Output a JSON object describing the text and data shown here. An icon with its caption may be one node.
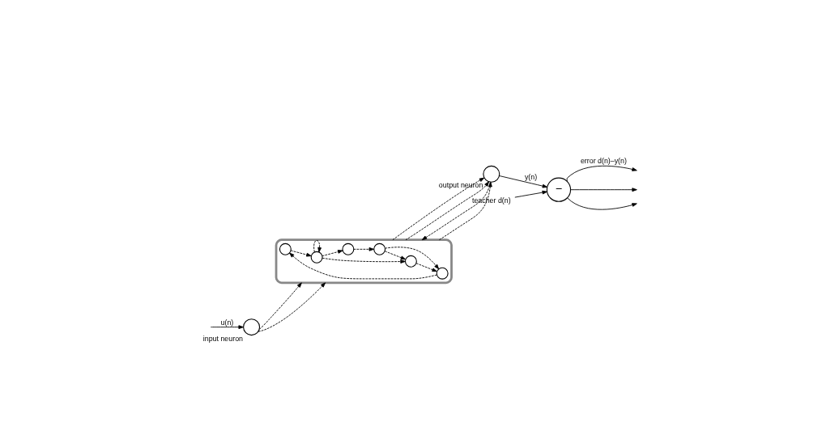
{
  "diagram": {
    "nodes": [
      {
        "text": [],
        "shape": "circle",
        "beside": [
          "input neuron"
        ]
      },
      {
        "text": [],
        "shape": "cloud"
      },
      {
        "text": [],
        "shape": "circle",
        "in": 1
      },
      {
        "text": [],
        "shape": "circle",
        "in": 1
      },
      {
        "text": [],
        "shape": "circle",
        "in": 1
      },
      {
        "text": [],
        "shape": "circle",
        "in": 1
      },
      {
        "text": [],
        "shape": "circle",
        "in": 1
      },
      {
        "text": [],
        "shape": "circle",
        "in": 1
      },
      {
        "text": [],
        "shape": "circle",
        "beside": [
          "output neuron"
        ]
      },
      {
        "text": [
          "−"
        ]
      },
      {
        "text": [
          "teacher d(n)"
        ]
      }
    ],
    "edges": [
      {
        "from": null,
        "to": 0,
        "arrow": "to",
        "label": "u(n)"
      },
      {
        "from": 0,
        "to": 1,
        "arrow": "to",
        "style": "dashed"
      },
      {
        "from": 0,
        "to": 1,
        "arrow": "to",
        "style": "dashed"
      },
      {
        "from": 2,
        "to": 3,
        "arrow": "to",
        "style": "dashed"
      },
      {
        "from": 3,
        "to": 3,
        "arrow": "to",
        "style": "dashed"
      },
      {
        "from": 3,
        "to": 4,
        "arrow": "to",
        "style": "dashed"
      },
      {
        "from": 3,
        "to": 5,
        "arrow": "to",
        "style": "dashed"
      },
      {
        "from": 5,
        "to": 6,
        "arrow": "to",
        "style": "dashed"
      },
      {
        "from": 4,
        "to": 7,
        "arrow": "to",
        "style": "dashed"
      },
      {
        "from": 7,
        "to": 5,
        "arrow": "to",
        "style": "dashed"
      },
      {
        "from": 7,
        "to": 6,
        "arrow": "to",
        "style": "dashed"
      },
      {
        "from": 6,
        "to": 2,
        "arrow": "to",
        "style": "dashed"
      },
      {
        "from": 1,
        "to": 8,
        "arrow": "to",
        "style": "dashed"
      },
      {
        "from": 8,
        "to": 1,
        "arrow": "to",
        "style": "dashed"
      },
      {
        "from": 1,
        "to": 8,
        "arrow": "to",
        "style": "dashed"
      },
      {
        "from": 1,
        "to": 8,
        "arrow": "to",
        "style": "dashed"
      },
      {
        "from": 8,
        "to": 9,
        "arrow": "to",
        "label": "y(n)"
      },
      {
        "from": 10,
        "to": 9,
        "arrow": "to"
      },
      {
        "from": 9,
        "to": null,
        "arrow": "to",
        "label": "error d(n)–y(n)"
      },
      {
        "from": 9,
        "to": null,
        "arrow": "to"
      },
      {
        "from": 9,
        "to": null,
        "arrow": "to"
      }
    ]
  }
}
